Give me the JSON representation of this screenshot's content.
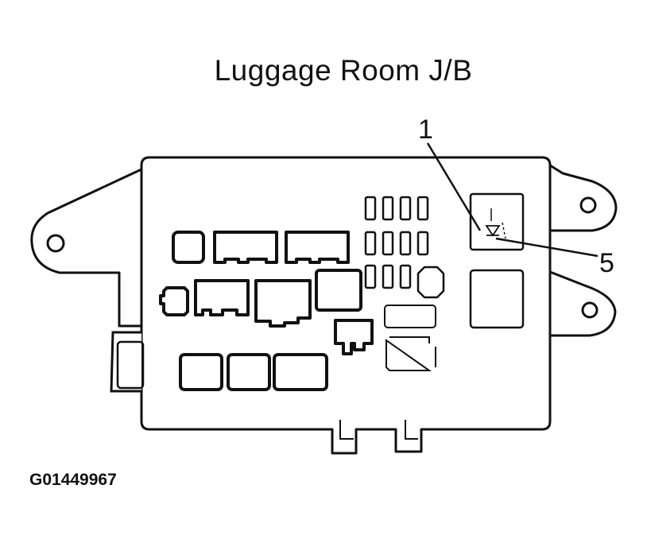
{
  "diagram": {
    "title": "Luggage Room J/B",
    "figure_code": "G01449967",
    "callouts": [
      {
        "label": "1"
      },
      {
        "label": "5"
      }
    ],
    "colors": {
      "stroke": "#111111",
      "background": "#ffffff"
    }
  }
}
